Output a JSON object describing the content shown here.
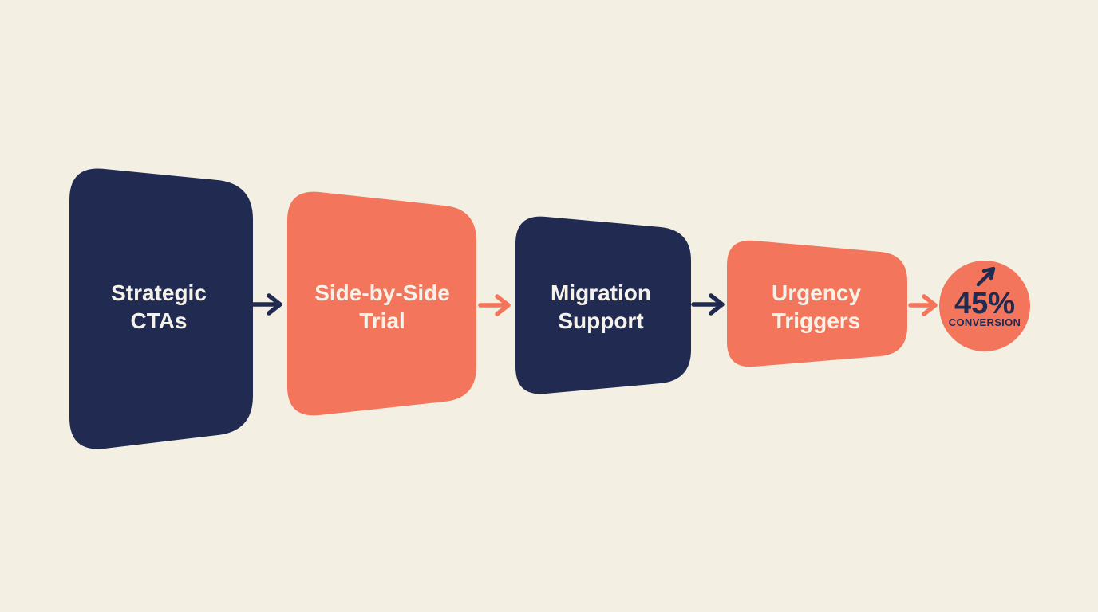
{
  "canvas": {
    "bg": "#f3efe2"
  },
  "colors": {
    "navy": "#212b52",
    "orange": "#f3755c",
    "text_light": "#f5f2e9"
  },
  "flow": {
    "steps": [
      {
        "line1": "Strategic",
        "line2": "CTAs",
        "color": "navy"
      },
      {
        "line1": "Side-by-Side",
        "line2": "Trial",
        "color": "orange"
      },
      {
        "line1": "Migration",
        "line2": "Support",
        "color": "navy"
      },
      {
        "line1": "Urgency",
        "line2": "Triggers",
        "color": "orange"
      }
    ],
    "result": {
      "value": "45%",
      "label": "CONVERSION",
      "icon": "arrow-up-right",
      "color": "orange",
      "text_color": "navy"
    }
  }
}
